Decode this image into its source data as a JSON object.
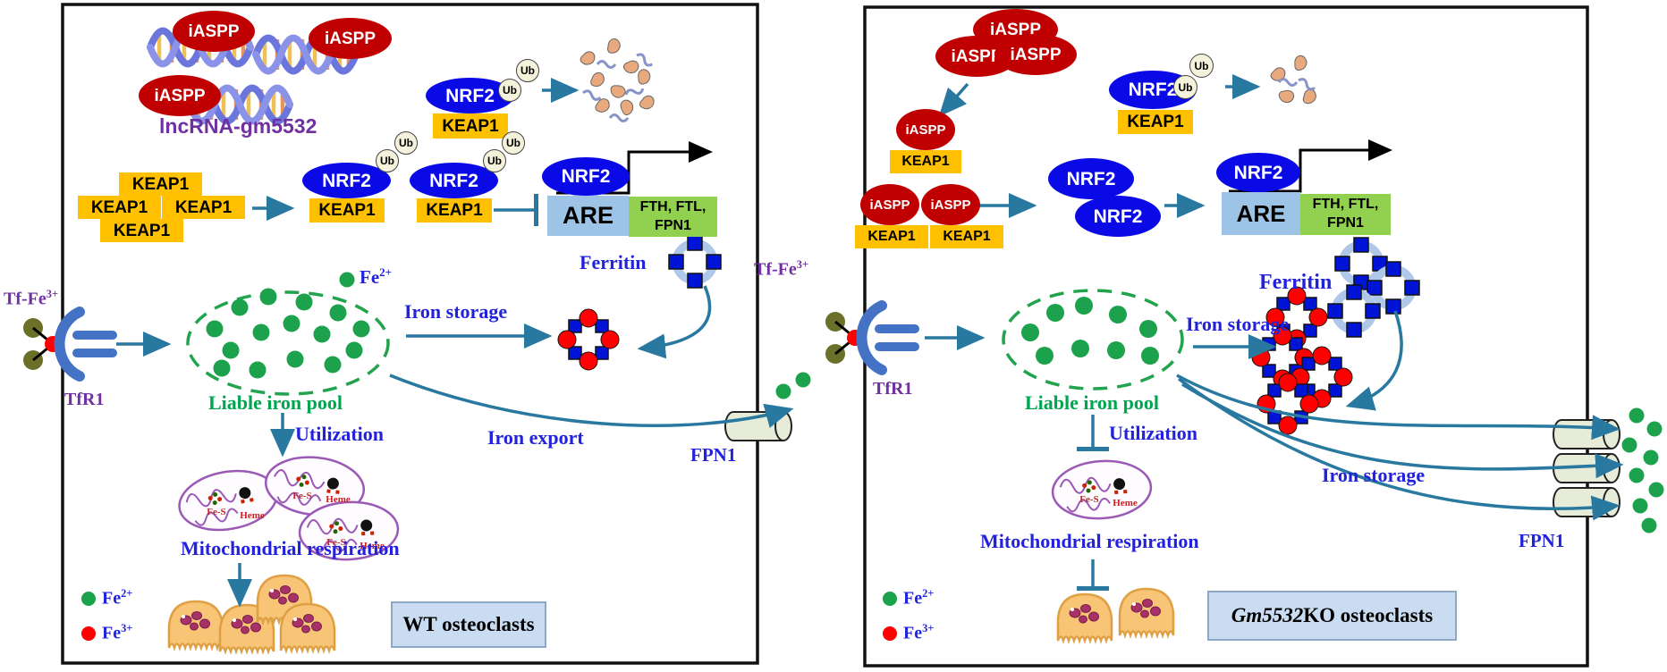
{
  "figure": {
    "left_caption": "WT osteoclasts",
    "right_caption_gene": "Gm5532",
    "right_caption_rest": " KO osteoclasts"
  },
  "labels": {
    "iaspp": "iASPP",
    "keap1": "KEAP1",
    "nrf2": "NRF2",
    "ub": "Ub",
    "are": "ARE",
    "genes_line1": "FTH, FTL,",
    "genes_line2": "FPN1",
    "lncrna": "lncRNA-gm5532",
    "ferritin": "Ferritin",
    "iron_storage": "Iron storage",
    "iron_export": "Iron export",
    "utilization": "Utilization",
    "liable_iron_pool": "Liable iron pool",
    "mito_respiration": "Mitochondrial respiration",
    "fpn1": "FPN1",
    "tfr1": "TfR1",
    "tf_fe_base": "Tf-Fe",
    "tf_fe_sup": "3+",
    "fe2_base": "Fe",
    "fe2_sup": "2+",
    "fe3_base": "Fe",
    "fe3_sup": "3+",
    "fe_s": "Fe-S",
    "heme": "Heme"
  },
  "colors": {
    "iaspp_red": "#C00000",
    "nrf2_blue": "#0A0AE6",
    "keap1_yellow": "#FFC000",
    "are_blue": "#9DC3E6",
    "genes_green": "#92D050",
    "arrow_teal": "#2878A0",
    "label_blue": "#2222DD",
    "pool_green": "#1CA24C",
    "fe3_red": "#FF0000",
    "accent_purple": "#7030A0",
    "caption_bg": "#C9DCF1"
  }
}
